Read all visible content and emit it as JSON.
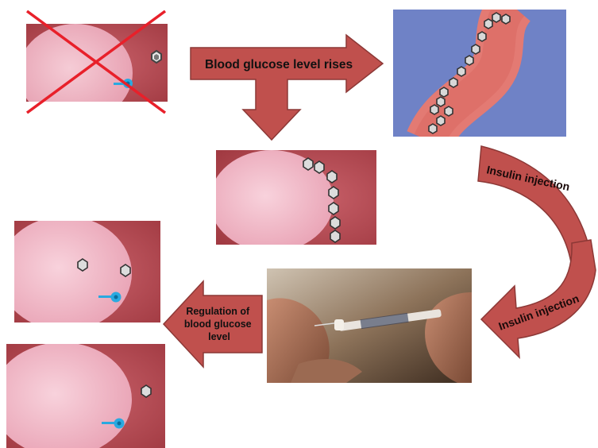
{
  "arrow_rise": {
    "label": "Blood glucose level  rises"
  },
  "arrow_injection_top": {
    "label": "Insulin injection"
  },
  "arrow_injection_bottom": {
    "label": "Insulin injection"
  },
  "arrow_regulation": {
    "lines": [
      "Regulation of",
      "blood glucose",
      "level"
    ]
  },
  "colors": {
    "arrow_fill": "#c0504d",
    "arrow_stroke": "#8c3836",
    "cell_bg": "#b84a4e",
    "cell_body": "#f0b7c6",
    "vessel_bg": "#6f82c6",
    "vessel": "#e0746c",
    "cross": "#e8202a",
    "receptor": "#2aa9e0",
    "glucose": "#5a5a5a"
  },
  "icons": [
    "glucose-hexagon-icon",
    "insulin-receptor-icon",
    "cross-out-icon",
    "syringe-icon"
  ]
}
